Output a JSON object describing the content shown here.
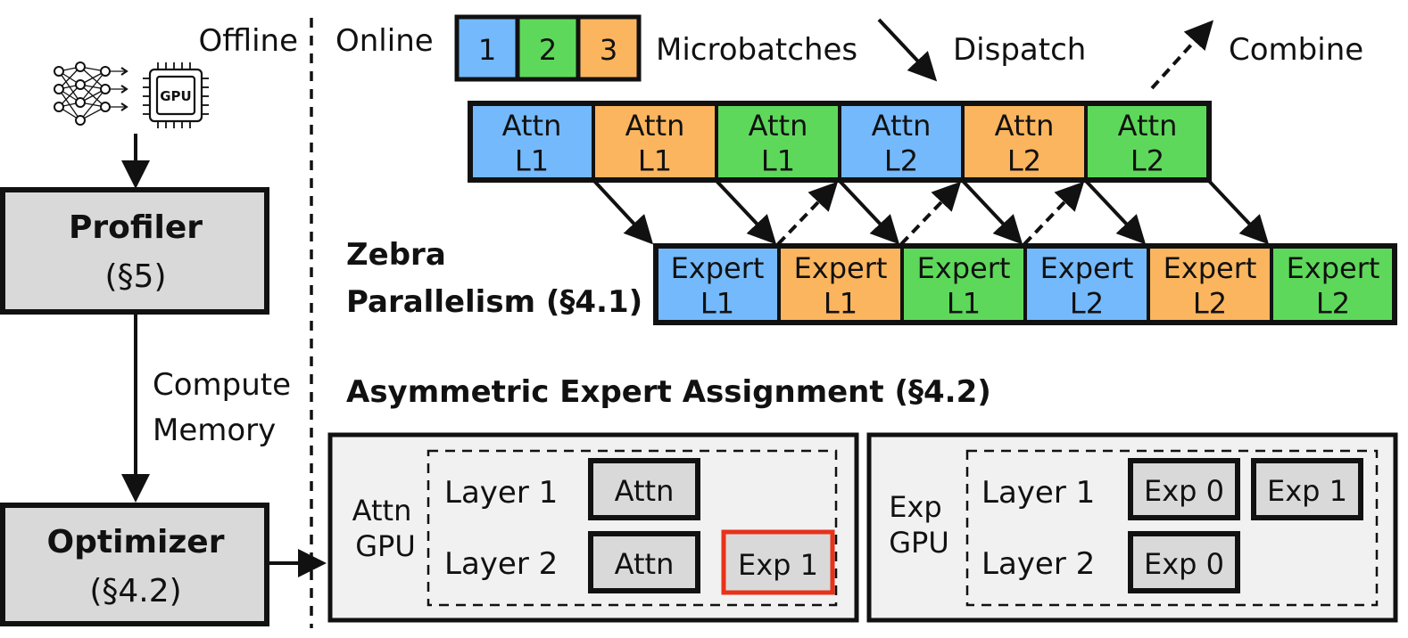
{
  "colors": {
    "blue": "#74b9fb",
    "green": "#5ed85b",
    "orange": "#fbb55e",
    "gray": "#d9d9d9",
    "lightgray": "#f1f1f1",
    "highlight": "#e8321a",
    "stroke": "#111111"
  },
  "icons": [
    "neural-network-icon",
    "gpu-chip-icon"
  ],
  "left": {
    "offline_label": "Offline",
    "gpu_chip_text": "GPU",
    "profiler": {
      "title": "Profiler",
      "ref": "(§5)"
    },
    "edge_labels": [
      "Compute",
      "Memory"
    ],
    "optimizer": {
      "title": "Optimizer",
      "ref": "(§4.2)"
    }
  },
  "top": {
    "online_label": "Online",
    "microbatches": [
      "1",
      "2",
      "3"
    ],
    "microbatches_label": "Microbatches",
    "dispatch_label": "Dispatch",
    "combine_label": "Combine"
  },
  "attn_row": [
    {
      "line1": "Attn",
      "line2": "L1",
      "color": "blue"
    },
    {
      "line1": "Attn",
      "line2": "L1",
      "color": "orange"
    },
    {
      "line1": "Attn",
      "line2": "L1",
      "color": "green"
    },
    {
      "line1": "Attn",
      "line2": "L2",
      "color": "blue"
    },
    {
      "line1": "Attn",
      "line2": "L2",
      "color": "orange"
    },
    {
      "line1": "Attn",
      "line2": "L2",
      "color": "green"
    }
  ],
  "expert_row": [
    {
      "line1": "Expert",
      "line2": "L1",
      "color": "blue"
    },
    {
      "line1": "Expert",
      "line2": "L1",
      "color": "orange"
    },
    {
      "line1": "Expert",
      "line2": "L1",
      "color": "green"
    },
    {
      "line1": "Expert",
      "line2": "L2",
      "color": "blue"
    },
    {
      "line1": "Expert",
      "line2": "L2",
      "color": "orange"
    },
    {
      "line1": "Expert",
      "line2": "L2",
      "color": "green"
    }
  ],
  "zebra": {
    "line1": "Zebra",
    "line2": "Parallelism (§4.1)"
  },
  "asymmetric": {
    "title": "Asymmetric Expert Assignment (§4.2)"
  },
  "attn_gpu": {
    "label_line1": "Attn",
    "label_line2": "GPU",
    "layer1": "Layer 1",
    "layer2": "Layer 2",
    "l1_attn": "Attn",
    "l2_attn": "Attn",
    "l2_exp": "Exp 1"
  },
  "exp_gpu": {
    "label_line1": "Exp",
    "label_line2": "GPU",
    "layer1": "Layer 1",
    "layer2": "Layer 2",
    "l1_exp0": "Exp 0",
    "l1_exp1": "Exp 1",
    "l2_exp0": "Exp 0"
  }
}
